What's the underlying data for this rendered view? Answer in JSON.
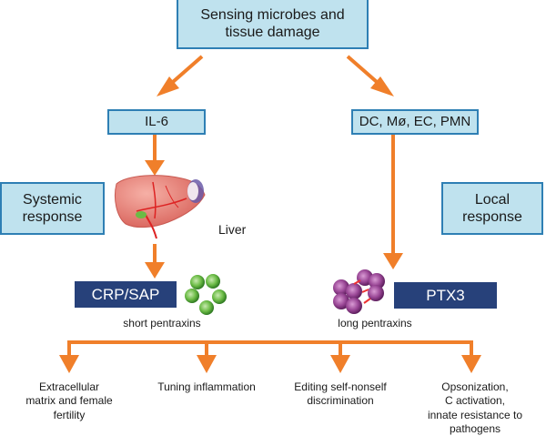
{
  "diagram": {
    "colors": {
      "arrow": "#f07f2a",
      "light_box_fill": "#bfe2ee",
      "light_box_border": "#2e7fb4",
      "dark_box_fill": "#27417a",
      "short_pentraxin_sphere": "#5aa83a",
      "long_pentraxin_sphere": "#8d3a8a",
      "liver": "#e8756c"
    },
    "nodes": {
      "top": "Sensing microbes and\ntissue damage",
      "il6": "IL-6",
      "cells": "DC, Mø, EC, PMN",
      "systemic": "Systemic\nresponse",
      "local": "Local\nresponse",
      "liver_label": "Liver",
      "crp_sap": "CRP/SAP",
      "ptx3": "PTX3",
      "short_pentraxins": "short pentraxins",
      "long_pentraxins": "long pentraxins"
    },
    "outcomes": [
      "Extracellular\nmatrix and female\nfertility",
      "Tuning inflammation",
      "Editing self-nonself\ndiscrimination",
      "Opsonization,\nC activation,\ninnate resistance to\npathogens"
    ],
    "icons": {
      "liver": "liver-illustration",
      "short_pentraxin": "pentamer-green-spheres",
      "long_pentraxin": "multimer-purple-spheres"
    }
  }
}
